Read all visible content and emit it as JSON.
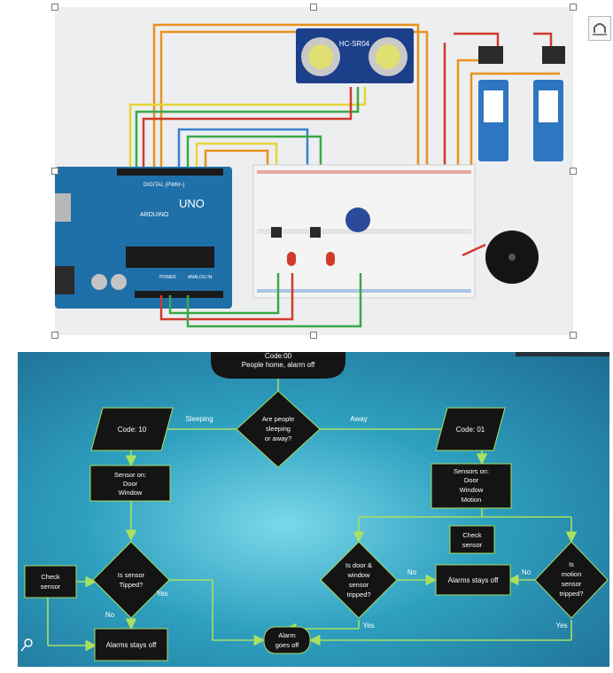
{
  "photo": {
    "sensor_label": "HC-SR04",
    "board_brand": "ARDUINO",
    "board_model": "UNO",
    "digital_label": "DIGITAL (PWM~)",
    "power_label": "POWER",
    "analog_label": "ANALOG IN"
  },
  "flowchart": {
    "start_line1": "Code:00",
    "start_line2": "People home, alarm off",
    "decision_main": [
      "Are people",
      "sleeping",
      "or away?"
    ],
    "label_sleeping": "Sleeping",
    "label_away": "Away",
    "code_left": "Code: 10",
    "code_right": "Code: 01",
    "sensors_left": [
      "Sensor on:",
      "Door",
      "Window"
    ],
    "sensors_right": [
      "Sensors on:",
      "Door",
      "Window",
      "Motion"
    ],
    "check_sensor": [
      "Check",
      "sensor"
    ],
    "decision_tipped": [
      "Is sensor",
      "Tipped?"
    ],
    "decision_door": [
      "Is door &",
      "window",
      "sensor",
      "tripped?"
    ],
    "decision_motion": [
      "Is",
      "motion",
      "sensor",
      "tripped?"
    ],
    "alarm_off": "Alarms stays off",
    "alarm_on": [
      "Alarm",
      "goes off"
    ],
    "yes": "Yes",
    "no": "No"
  },
  "colors": {
    "wire_orange": "#e8921c",
    "wire_yellow": "#e8d43a",
    "wire_green": "#3aa848",
    "wire_red": "#d23a2a",
    "wire_blue": "#3c7fd0",
    "board_blue": "#1f6fa8",
    "flow_bg": "#2fa3bf",
    "flow_box": "#141414",
    "flow_line": "#a8e060"
  }
}
